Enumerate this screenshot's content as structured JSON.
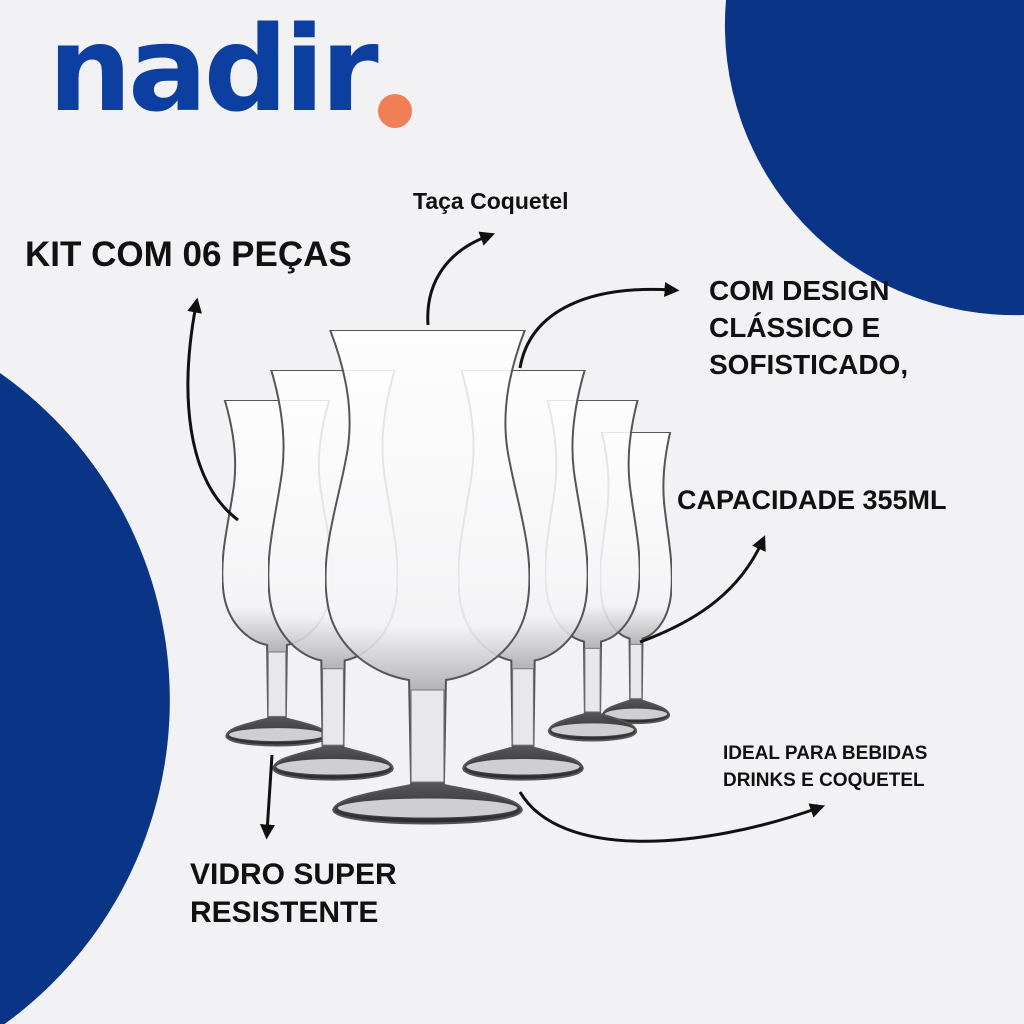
{
  "brand": {
    "logo_text": "nadir",
    "logo_color": "#0d3fa0",
    "dot_color": "#f07f55"
  },
  "colors": {
    "background": "#f2f2f4",
    "circle": "#0a3486",
    "text": "#111111"
  },
  "labels": {
    "product_name": "Taça Coquetel",
    "kit": "KIT COM 06 PEÇAS",
    "design": [
      "COM DESIGN",
      "CLÁSSICO E",
      "SOFISTICADO,"
    ],
    "capacity": "CAPACIDADE 355ML",
    "ideal": [
      "IDEAL PARA BEBIDAS",
      "DRINKS E COQUETEL"
    ],
    "glass": [
      "VIDRO SUPER",
      "RESISTENTE"
    ]
  }
}
